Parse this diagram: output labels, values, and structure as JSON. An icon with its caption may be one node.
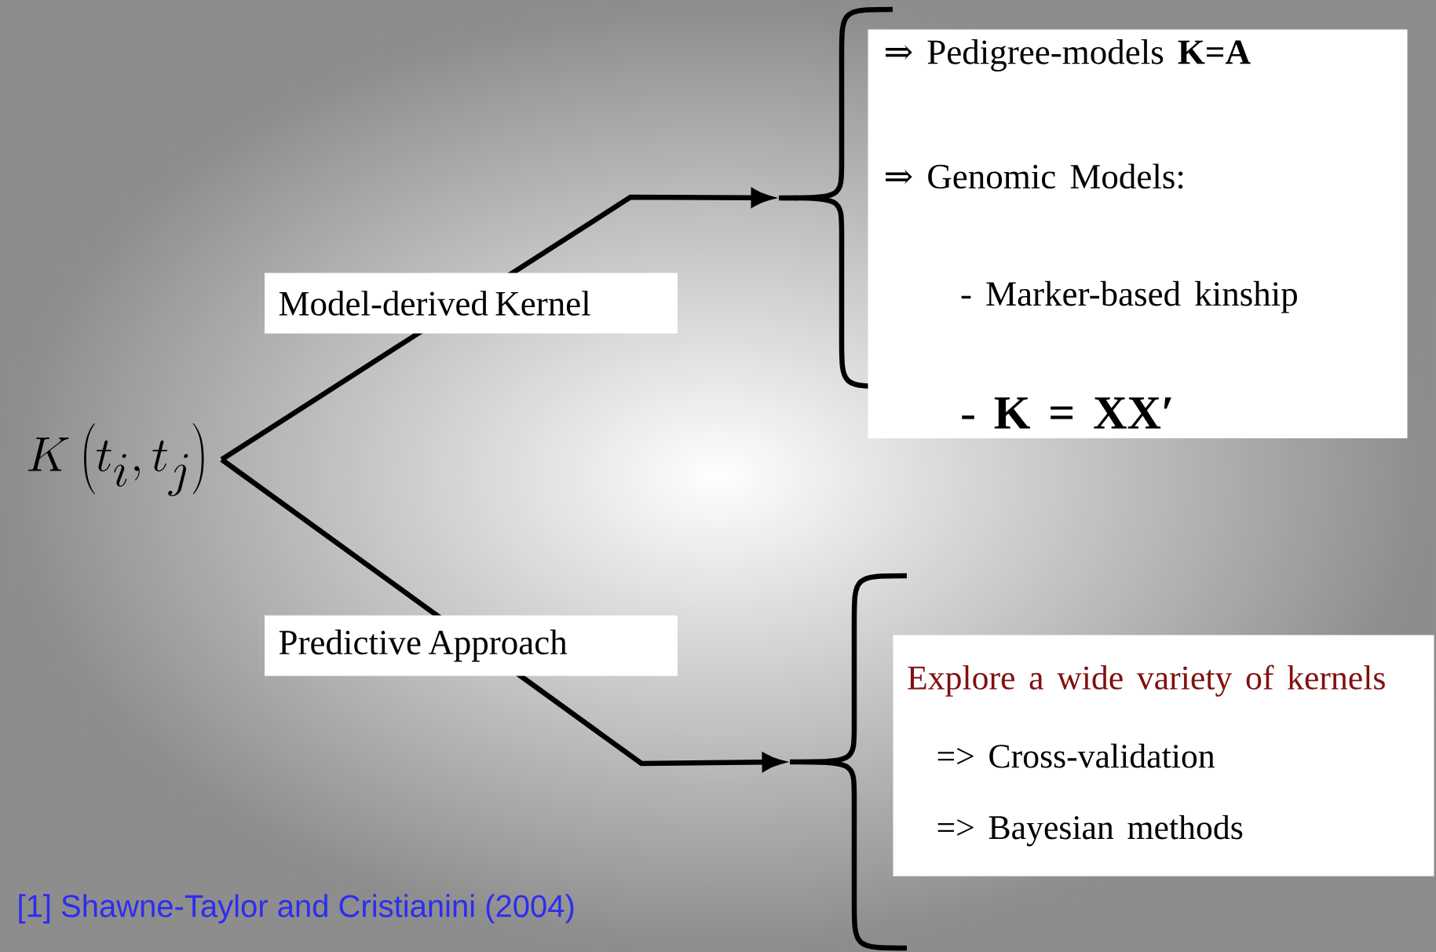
{
  "diagram": {
    "nodes": [
      {
        "text": [
          "K\\left(t_i,t_j\\right)"
        ]
      },
      {
        "text": [],
        "shape": "brace"
      },
      {
        "text": [
          "⇒ Pedigree-models **K=A**",
          "⇒ Genomic Models:",
          "- Marker-based kinship",
          "- **K = XX′**"
        ]
      },
      {
        "text": [],
        "shape": "brace"
      },
      {
        "text": [
          "Explore a wide variety of kernels",
          "=> Cross-validation",
          "=> Bayesian methods"
        ]
      }
    ],
    "edges": [
      {
        "from": 0,
        "to": 1,
        "arrow": "to",
        "label": "Model-derived Kernel"
      },
      {
        "from": 0,
        "to": 3,
        "arrow": "to",
        "label": "Predictive Approach"
      }
    ],
    "labels": [
      "[1] Shawne-Taylor and Cristianini (2004)"
    ]
  }
}
